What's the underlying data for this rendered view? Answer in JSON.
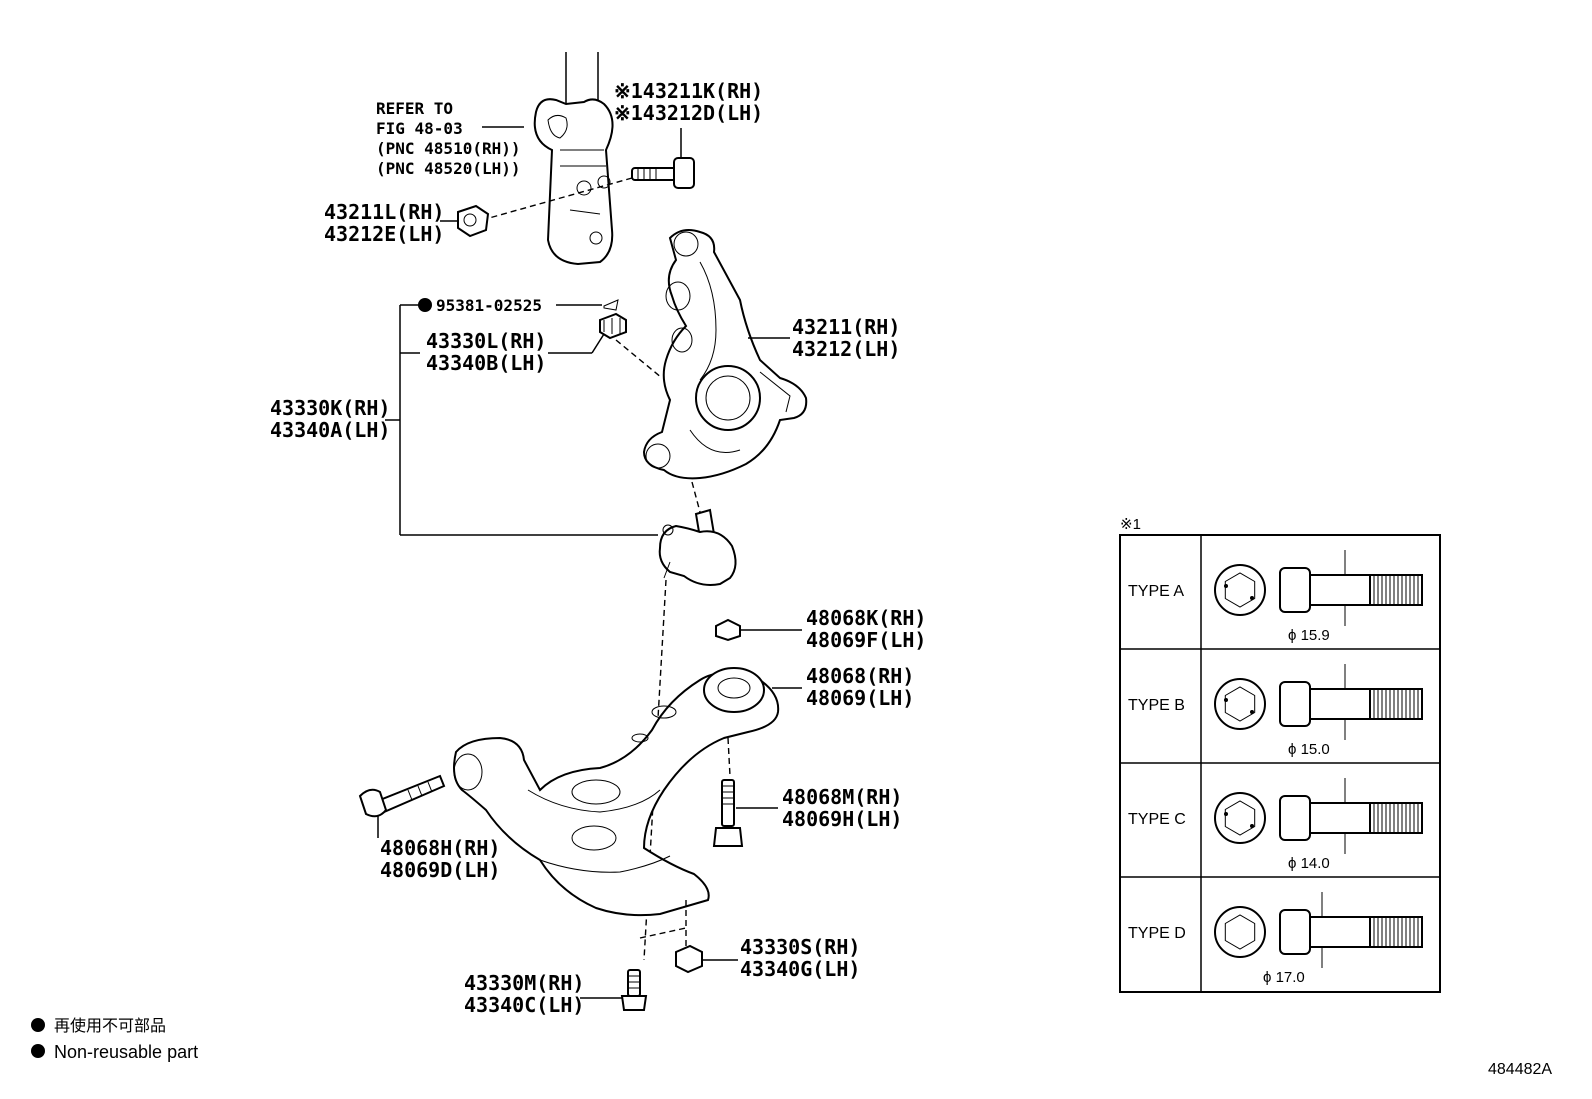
{
  "refer": {
    "line1": "REFER TO",
    "line2": "FIG 48-03",
    "line3": "(PNC 48510(RH))",
    "line4": "(PNC 48520(LH))"
  },
  "callouts": {
    "bolt_top": {
      "rh": "※143211K(RH)",
      "lh": "※143212D(LH)"
    },
    "nut_knuckle": {
      "rh": "43211L(RH)",
      "lh": "43212E(LH)"
    },
    "cotter_pin": "95381-02525",
    "castle_nut": {
      "rh": "43330L(RH)",
      "lh": "43340B(LH)"
    },
    "ball_joint": {
      "rh": "43330K(RH)",
      "lh": "43340A(LH)"
    },
    "knuckle": {
      "rh": "43211(RH)",
      "lh": "43212(LH)"
    },
    "nut_arm": {
      "rh": "48068K(RH)",
      "lh": "48069F(LH)"
    },
    "lower_arm": {
      "rh": "48068(RH)",
      "lh": "48069(LH)"
    },
    "bolt_rear": {
      "rh": "48068M(RH)",
      "lh": "48069H(LH)"
    },
    "bolt_front": {
      "rh": "48068H(RH)",
      "lh": "48069D(LH)"
    },
    "nut_bottom": {
      "rh": "43330S(RH)",
      "lh": "43340G(LH)"
    },
    "bolt_bottom": {
      "rh": "43330M(RH)",
      "lh": "43340C(LH)"
    }
  },
  "legend": {
    "jp": "再使用不可部品",
    "en": "Non-reusable part"
  },
  "types_table": {
    "title": "※1",
    "rows": [
      {
        "label": "TYPE A",
        "diameter": "15.9"
      },
      {
        "label": "TYPE B",
        "diameter": "15.0"
      },
      {
        "label": "TYPE C",
        "diameter": "14.0"
      },
      {
        "label": "TYPE D",
        "diameter": "17.0"
      }
    ]
  },
  "figure_id": "484482A"
}
